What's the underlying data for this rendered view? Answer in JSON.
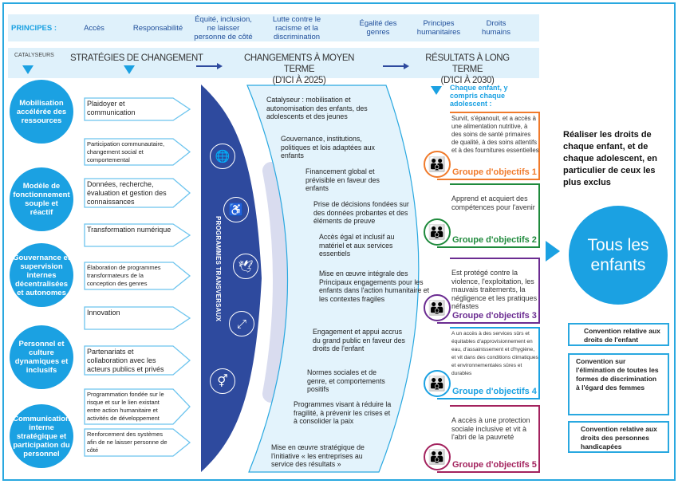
{
  "principles": {
    "label": "PRINCIPES :",
    "items": [
      "Accès",
      "Responsabilité",
      "Équité, inclusion, ne laisser personne de côté",
      "Lutte contre le racisme et la discrimination",
      "Égalité des genres",
      "Principes humanitaires",
      "Droits humains"
    ]
  },
  "header": {
    "catalysts": "CATALYSEURS",
    "strategies": "STRATÉGIES DE CHANGEMENT",
    "medium": "CHANGEMENTS À MOYEN TERME",
    "medium_date": "(D'ICI À 2025)",
    "long": "RÉSULTATS À LONG TERME",
    "long_date": "(D'ICI À 2030)"
  },
  "enablers": [
    "Mobilisation accélérée des ressources",
    "Modèle de fonctionnement souple et réactif",
    "Gouvernance et supervision internes décentralisées et autonomes",
    "Personnel et culture dynamiques et inclusifs",
    "Communication interne stratégique et participation du personnel"
  ],
  "strategies": [
    "Plaidoyer et communication",
    "Participation communautaire, changement social et comportemental",
    "Données, recherche, évaluation et gestion des connaissances",
    "Transformation numérique",
    "Élaboration de programmes transformateurs de la conception des genres",
    "Innovation",
    "Partenariats et collaboration avec les acteurs publics et privés",
    "Programmation fondée sur le risque et sur le lien existant entre action humanitaire et activités de développement",
    "Renforcement des systèmes afin de ne laisser personne de côté"
  ],
  "crosscutting": {
    "label": "PROGRAMMES TRANSVERSAUX",
    "icons": [
      "globe-leaf-icon",
      "wheelchair-child-icon",
      "dove-icon",
      "pathway-icon",
      "gender-symbols-icon"
    ]
  },
  "changes": [
    "Catalyseur : mobilisation et autonomisation des enfants, des adolescents et des jeunes",
    "Gouvernance, institutions, politiques et lois adaptées aux enfants",
    "Financement global et prévisible en faveur des enfants",
    "Prise de décisions fondées sur des données probantes et des éléments de preuve",
    "Accès égal et inclusif au matériel et aux services essentiels",
    "Mise en œuvre intégrale des Principaux engagements pour les enfants dans l'action humanitaire et les contextes fragiles",
    "Engagement et appui accrus du grand public en faveur des droits de l'enfant",
    "Normes sociales et de genre, et comportements positifs",
    "Programmes visant à réduire la fragilité, à prévenir les crises et à consolider la paix",
    "Mise en œuvre stratégique de l'initiative « les entreprises au service des résultats »"
  ],
  "results": {
    "intro": "Chaque enfant, y compris chaque adolescent :",
    "groups": [
      {
        "text": "Survit, s'épanouit, et a accès à une alimentation nutritive, à des soins de santé primaires de qualité, à des soins attentifs et à des fournitures essentielles",
        "title": "Groupe d'objectifs 1",
        "color": "#f07a2b"
      },
      {
        "text": "Apprend et acquiert des compétences pour l'avenir",
        "title": "Groupe d'objectifs 2",
        "color": "#1f8a3c"
      },
      {
        "text": "Est protégé contre la violence, l'exploitation, les mauvais traitements, la négligence et les pratiques néfastes",
        "title": "Groupe d'objectifs 3",
        "color": "#6b2c91"
      },
      {
        "text": "A un accès à des services sûrs et équitables d'approvisionnement en eau, d'assainissement et d'hygiène, et vit dans des conditions climatiques et environnementales sûres et durables",
        "title": "Groupe d'objectifs 4",
        "color": "#1ba1e2"
      },
      {
        "text": "A accès à une protection sociale inclusive et vit à l'abri de la pauvreté",
        "title": "Groupe d'objectifs 5",
        "color": "#a3235e"
      }
    ]
  },
  "goal": {
    "text": "Réaliser les droits de chaque enfant, et de chaque adolescent, en particulier de ceux les plus exclus",
    "circle": "Tous les enfants"
  },
  "conventions": [
    "Convention relative aux droits de l'enfant",
    "Convention sur l'élimination de toutes les formes de discrimination à l'égard des femmes",
    "Convention relative aux droits des personnes handicapées"
  ],
  "colors": {
    "accent": "#1ba1e2",
    "navy": "#2e4a9e",
    "pale": "#dff1fb"
  }
}
